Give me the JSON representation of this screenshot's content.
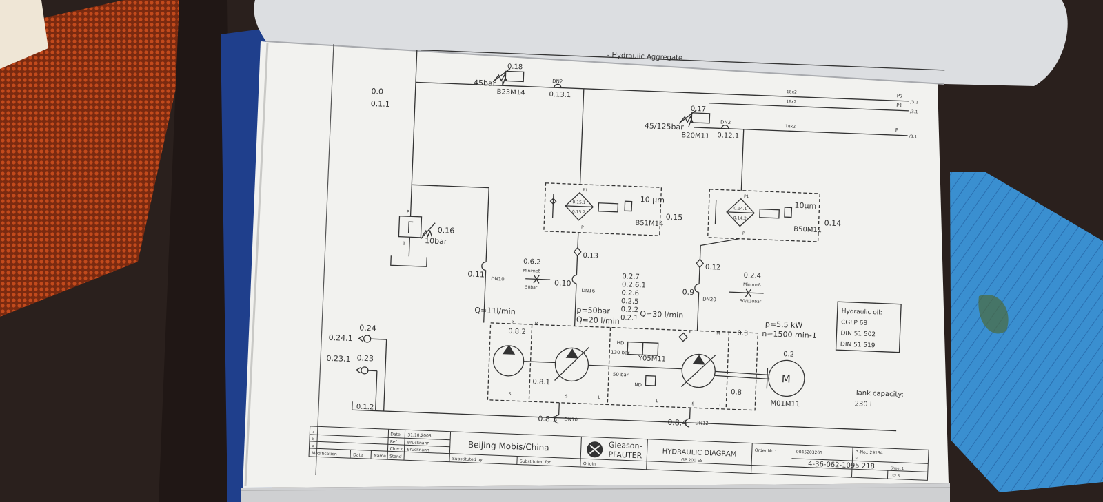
{
  "drawing": {
    "header_text": "- Hydraulic Aggregate",
    "sections": [
      "0.0",
      "0.1.1"
    ],
    "lines": {
      "ps": "Ps",
      "p1": "P1",
      "p": "P",
      "ps_ref": "/3.1",
      "p1_ref": "/3.1",
      "p_ref": "/3.1",
      "pipe1": "18x2",
      "pipe2": "18x2",
      "pipe3": "18x2"
    },
    "pressure_switch_1": {
      "id": "0.18",
      "setting": "45bar",
      "code": "B23M14",
      "dn": "DN2",
      "node": "0.13.1"
    },
    "pressure_switch_2": {
      "id": "0.17",
      "setting": "45/125bar",
      "code": "B20M11",
      "dn": "DN2",
      "node": "0.12.1"
    },
    "filter_1": {
      "id": "0.15",
      "rating": "10 µm",
      "code": "B51M14",
      "el1": "0.15.1",
      "el2": "0.15.2",
      "p1": "P1",
      "p": "P"
    },
    "filter_2": {
      "id": "0.14",
      "rating": "10µm",
      "code": "B50M11",
      "el1": "0.14.1",
      "el2": "0.14.2",
      "p1": "P1",
      "p": "P"
    },
    "relief_valve": {
      "id": "0.16",
      "setting": "10bar",
      "p": "P",
      "t": "T"
    },
    "check_valves": [
      "0.13",
      "0.12"
    ],
    "hoses": [
      {
        "id": "0.11",
        "dn": "DN10"
      },
      {
        "id": "0.10",
        "dn": "DN16"
      },
      {
        "id": "0.9",
        "dn": "DN20"
      },
      {
        "id": "0.8.3",
        "dn": "DN10"
      },
      {
        "id": "0.8.4",
        "dn": "DN12"
      }
    ],
    "minimess_1": {
      "id": "0.6.2",
      "name": "Minimeß",
      "setting": "50bar"
    },
    "minimess_2": {
      "id": "0.2.4",
      "name": "Minimeß",
      "setting": "50/130bar"
    },
    "stack_ids": [
      "0.2.7",
      "0.2.6.1",
      "0.2.6",
      "0.2.5",
      "0.2.2",
      "0.2.1"
    ],
    "flows": {
      "q1": "Q=11l/min",
      "p1": "p=50bar",
      "q2": "Q=20 l/min",
      "q3": "Q=30 l/min"
    },
    "motor_spec": {
      "power": "p=5,5 kW",
      "speed": "n=1500 min-1"
    },
    "pump_unit": {
      "ids": [
        "0.8.2",
        "0.8.1",
        "0.8",
        "0.3"
      ],
      "valve_code": "Y05M11",
      "pressure_a": "130 bar",
      "pressure_b": "50 bar",
      "hd": "HD",
      "nd": "ND",
      "port_labels": [
        "P",
        "M",
        "P",
        "M",
        "S",
        "S",
        "L",
        "L",
        "S",
        "L"
      ]
    },
    "motor": {
      "id": "0.2",
      "symbol": "M",
      "code": "M01M11"
    },
    "couplings": [
      {
        "id": "0.24",
        "node": "0.24.1"
      },
      {
        "id": "0.23",
        "node": "0.23.1"
      }
    ],
    "return_node": "0.1.2",
    "oil_box": {
      "title": "Hydraulic oil:",
      "lines": [
        "CGLP 68",
        "DIN 51 502",
        "DIN 51 519"
      ]
    },
    "tank": {
      "label": "Tank capacity:",
      "value": "230 l"
    }
  },
  "title_block": {
    "date_label": "Date",
    "date": "31.10.2003",
    "ref_label": "Ref.",
    "ref_name": "Brucknann",
    "check_label": "Check",
    "check_name": "Brucknann",
    "stand_label": "Stand",
    "modification": "Modification",
    "date_col": "Date",
    "name_col": "Name",
    "rev_letters": [
      "c",
      "b",
      "a"
    ],
    "customer": "Beijing Mobis/China",
    "substituted_by": "Substituted by",
    "substituted_for": "Substituted for",
    "company_line1": "Gleason-",
    "company_line2": "PFAUTER",
    "origin": "Origin",
    "diagram_title": "HYDRAULIC DIAGRAM",
    "model": "GP 200 ES",
    "order_label": "Order No.:",
    "order_no": "0045203265",
    "part_label": "P.-No.: 29134",
    "part_sub": "-a",
    "drawing_no": "4-36-062-1095 218",
    "sheet_label": "Sheet 1",
    "sheet_total": "32 Bl."
  },
  "colors": {
    "background": "#2a201d",
    "paper": "#f4f4f1",
    "ink": "#333333",
    "binder": "#1f3f8c",
    "cloth": "#3a8fd0",
    "mesh": "#c24a1c"
  }
}
